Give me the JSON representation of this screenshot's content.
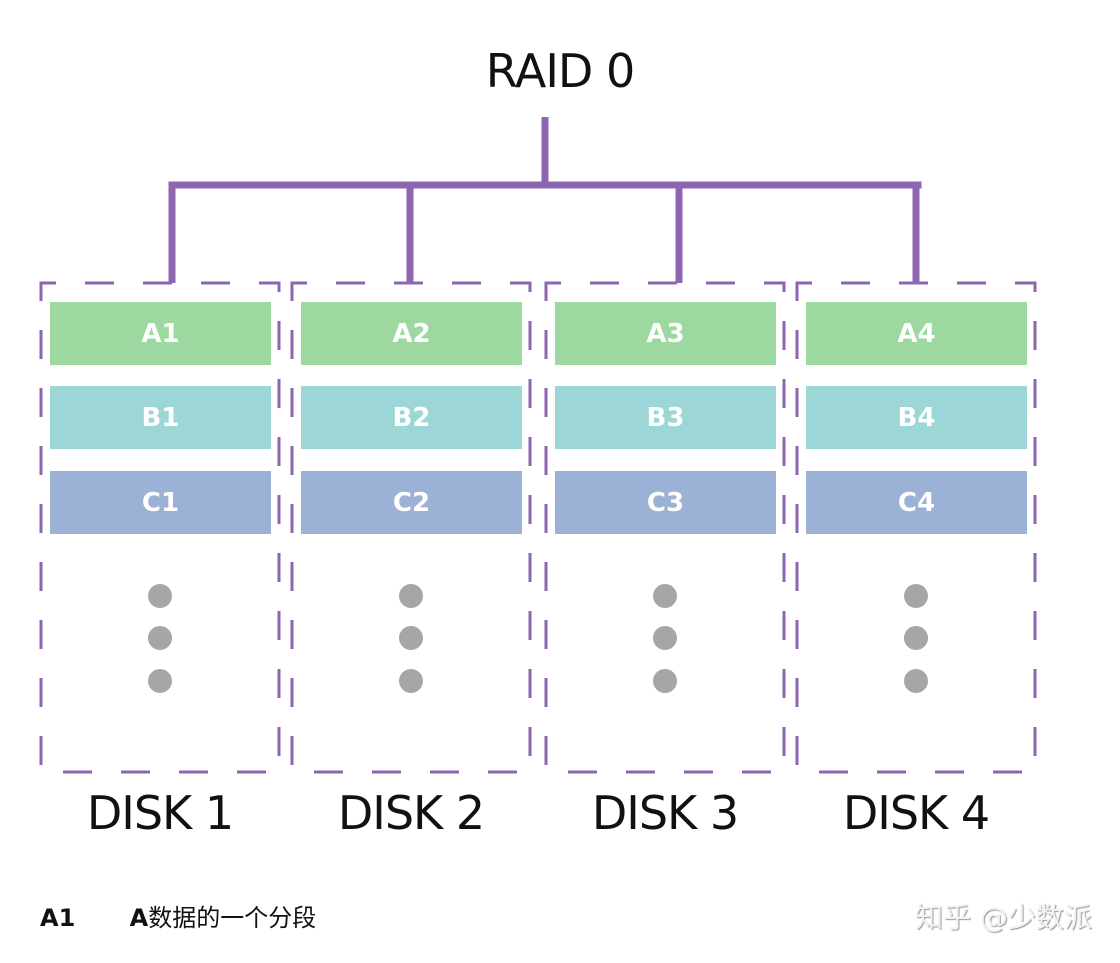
{
  "title": "RAID 0",
  "colors": {
    "connector": "#8e66b0",
    "disk_border": "#8e66b0",
    "row_a": "#9dd8a0",
    "row_b": "#9dd6d6",
    "row_c": "#9cb1d6",
    "ellipsis_dot": "#a6a6a6",
    "block_text": "#ffffff"
  },
  "disks": [
    {
      "label": "DISK 1",
      "blocks": [
        "A1",
        "B1",
        "C1"
      ]
    },
    {
      "label": "DISK 2",
      "blocks": [
        "A2",
        "B2",
        "C2"
      ]
    },
    {
      "label": "DISK 3",
      "blocks": [
        "A3",
        "B3",
        "C3"
      ]
    },
    {
      "label": "DISK 4",
      "blocks": [
        "A4",
        "B4",
        "C4"
      ]
    }
  ],
  "legend": {
    "key": "A1",
    "desc_prefix": "A",
    "desc_text": "数据的一个分段"
  },
  "watermark": "知乎 @少数派"
}
